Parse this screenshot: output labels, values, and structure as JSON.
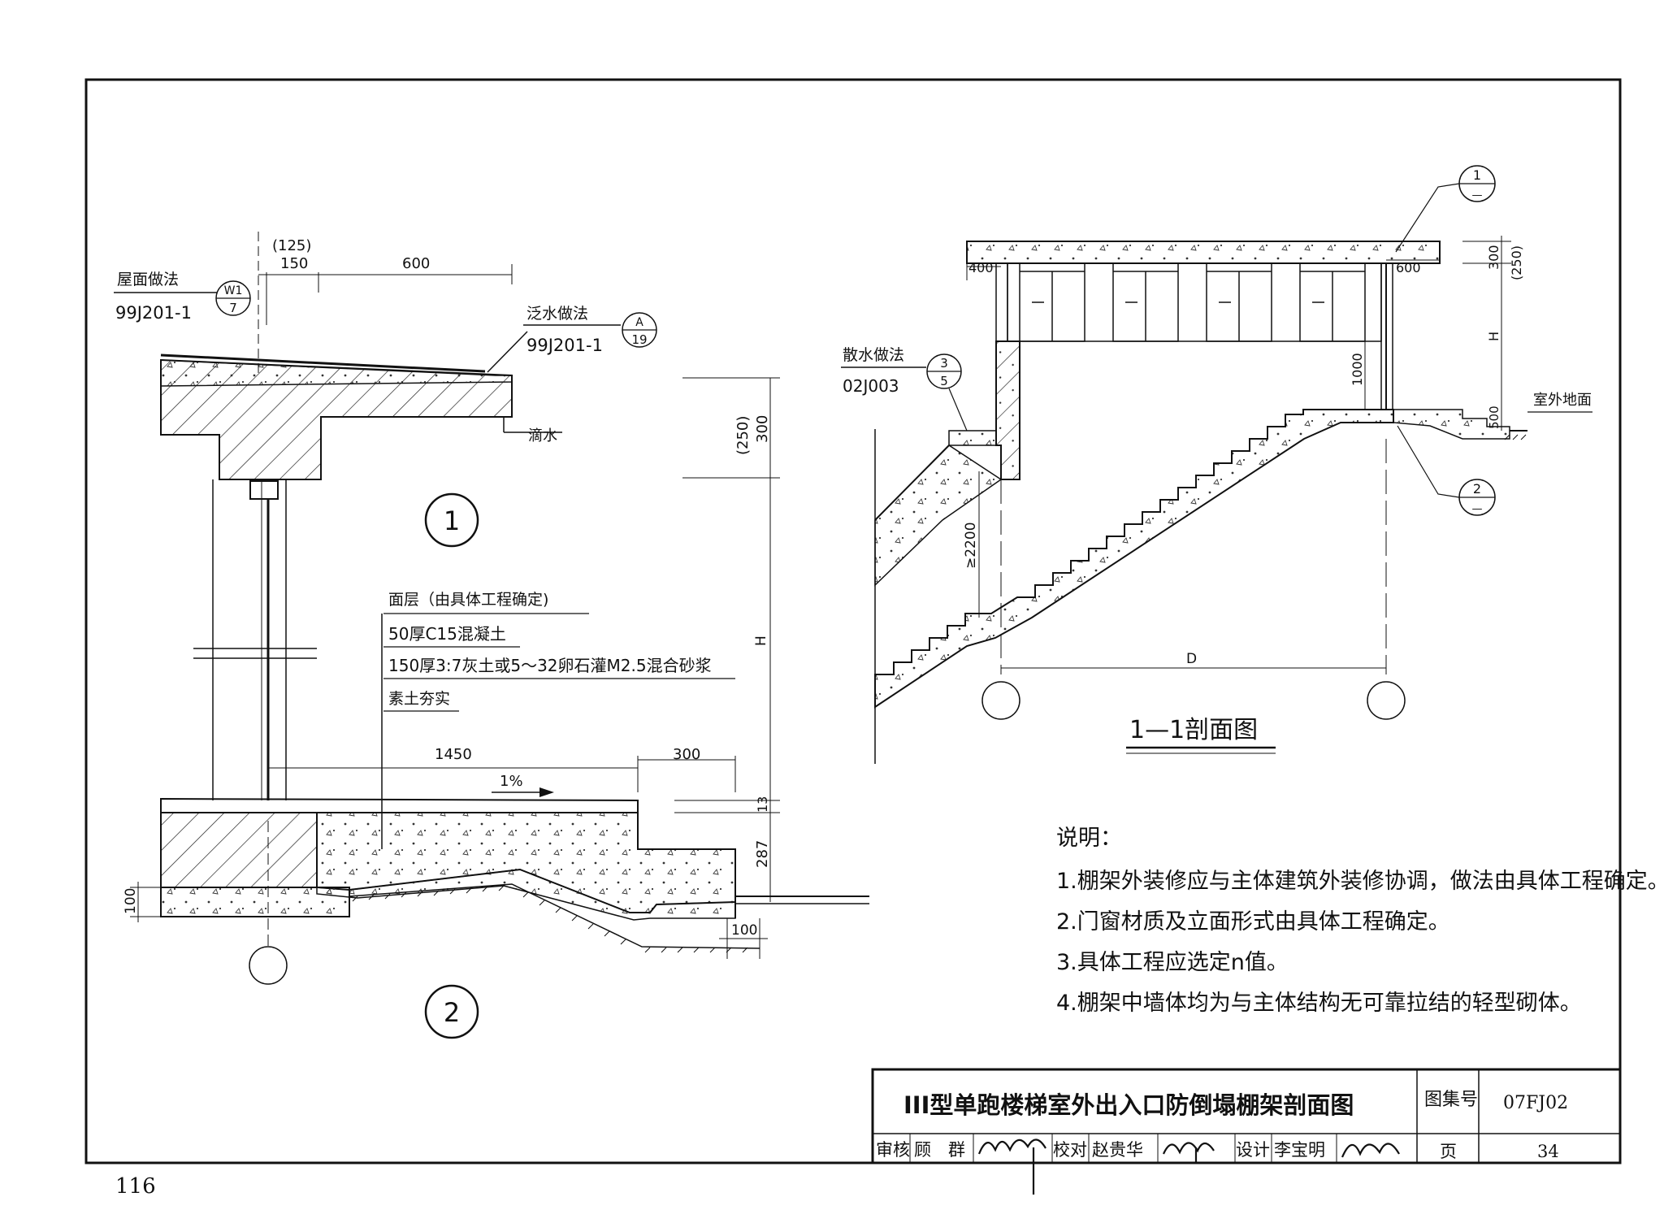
{
  "page_number": "116",
  "detail1": {
    "roof_label": "屋面做法",
    "roof_ref_code": "99J201-1",
    "roof_ref_top": "W1",
    "roof_ref_bottom": "7",
    "flash_label": "泛水做法",
    "flash_ref_code": "99J201-1",
    "flash_ref_top": "A",
    "flash_ref_bottom": "19",
    "drip_label": "滴水",
    "dim_125": "(125)",
    "dim_150": "150",
    "dim_600": "600",
    "dim_250": "(250)",
    "dim_300": "300",
    "dim_H": "H",
    "marker": "1"
  },
  "detail2": {
    "layer_1": "面层（由具体工程确定)",
    "layer_2": "50厚C15混凝土",
    "layer_3": "150厚3:7灰土或5～32卵石灌M2.5混合砂浆",
    "layer_4": "素土夯实",
    "dim_1450": "1450",
    "dim_300": "300",
    "slope": "1%",
    "dim_13": "13",
    "dim_287": "287",
    "dim_100_left": "100",
    "dim_100_bottom": "100",
    "marker": "2"
  },
  "section": {
    "title": "1—1剖面图",
    "apron_label": "散水做法",
    "apron_ref_code": "02J003",
    "apron_ref_top": "3",
    "apron_ref_bottom": "5",
    "ground_label": "室外地面",
    "dim_400": "400",
    "dim_600": "600",
    "dim_300": "300",
    "dim_250": "(250)",
    "dim_H": "H",
    "dim_1000": "1000",
    "dim_500": "500",
    "dim_2200": "≥2200",
    "dim_D": "D",
    "callout_1_top": "1",
    "callout_1_bottom": "—",
    "callout_2_top": "2",
    "callout_2_bottom": "—"
  },
  "notes": {
    "heading": "说明：",
    "items": [
      "1.棚架外装修应与主体建筑外装修协调，做法由具体工程确定。",
      "2.门窗材质及立面形式由具体工程确定。",
      "3.具体工程应选定n值。",
      "4.棚架中墙体均为与主体结构无可靠拉结的轻型砌体。"
    ]
  },
  "title_block": {
    "title": "III型单跑楼梯室外出入口防倒塌棚架剖面图",
    "atlas_label": "图集号",
    "atlas_value": "07FJ02",
    "review_label": "审核",
    "reviewer": "顾　群",
    "check_label": "校对",
    "checker": "赵贵华",
    "design_label": "设计",
    "designer": "李宝明",
    "page_label": "页",
    "page_value": "34"
  }
}
